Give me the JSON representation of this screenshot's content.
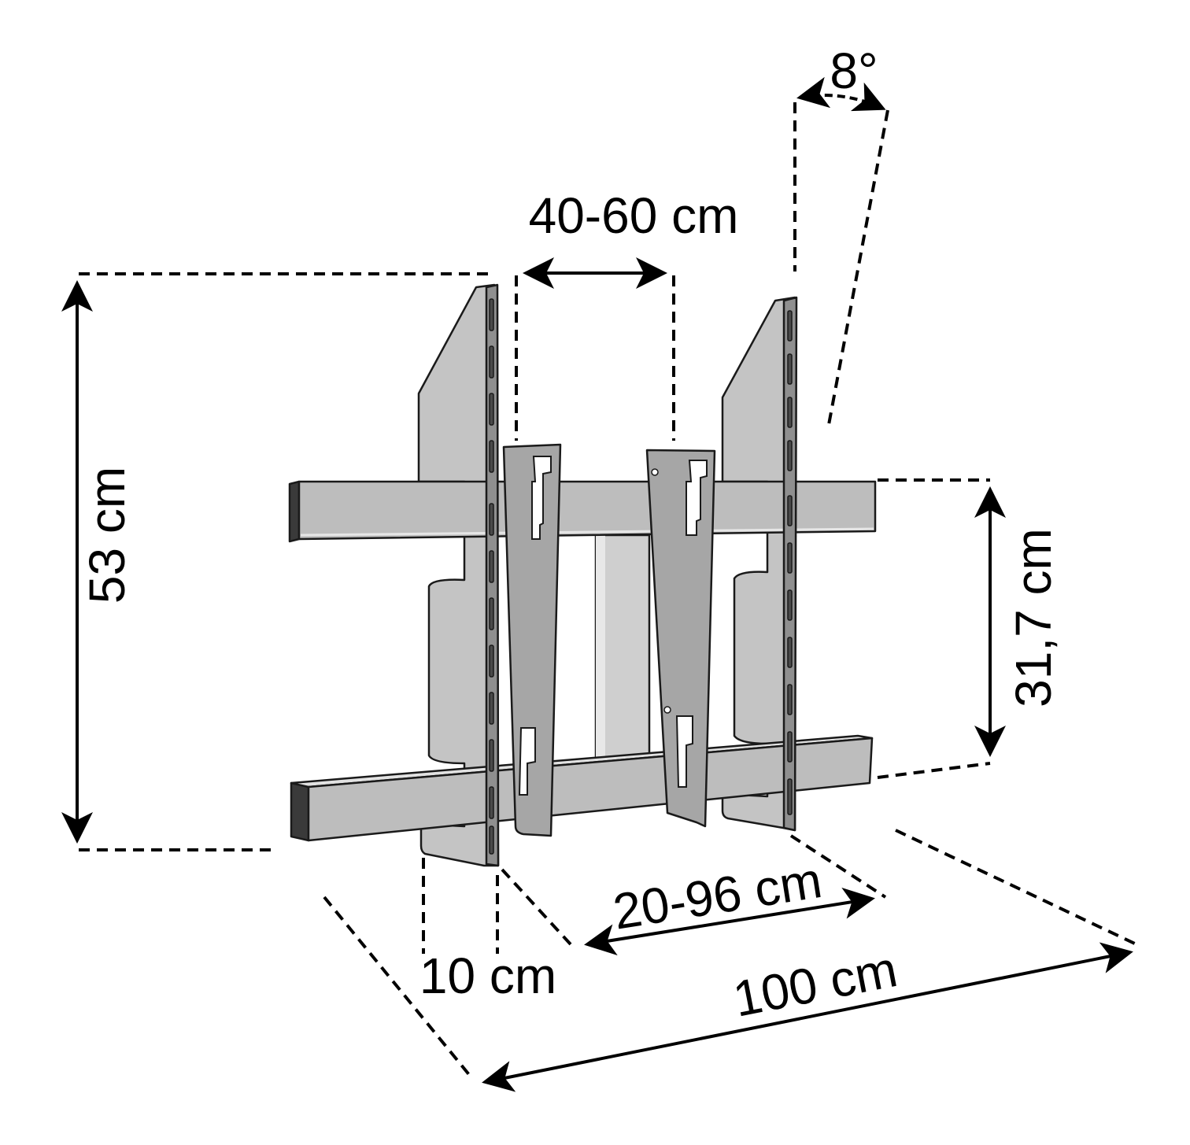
{
  "dimensions": {
    "tilt_angle": "8°",
    "plate_spacing": "40-60 cm",
    "total_height": "53 cm",
    "rail_spacing": "31,7 cm",
    "wall_distance_range": "20-96 cm",
    "depth": "10 cm",
    "total_width": "100 cm"
  },
  "colors": {
    "outline": "#1a1a1a",
    "metal_light": "#c4c4c4",
    "metal_dark": "#3a3a3a"
  }
}
